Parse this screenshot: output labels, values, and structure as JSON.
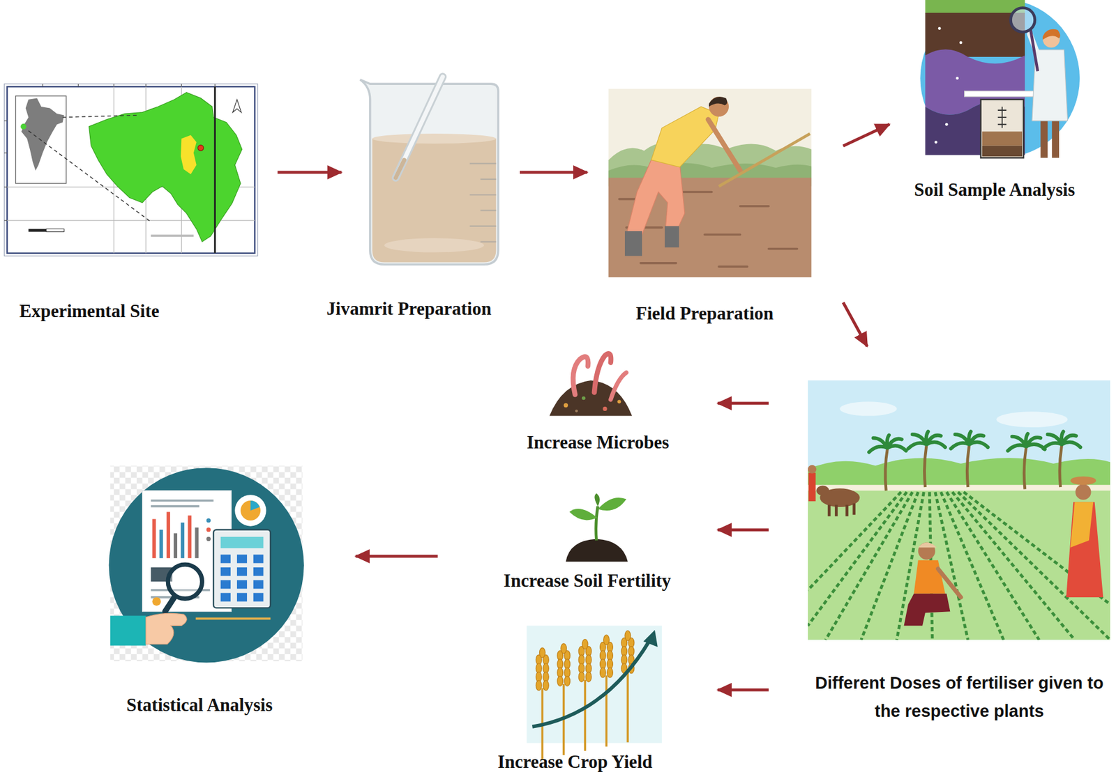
{
  "diagram": {
    "nodes": [
      {
        "text": [
          "Experimental Site"
        ]
      },
      {
        "text": [
          "Jivamrit Preparation"
        ]
      },
      {
        "text": [
          "Field Preparation"
        ]
      },
      {
        "text": [
          "Soil Sample Analysis"
        ]
      },
      {
        "text": [
          "Different Doses of fertiliser given to the respective plants"
        ]
      },
      {
        "text": [
          "Increase Microbes"
        ]
      },
      {
        "text": [
          "Increase Soil Fertility"
        ]
      },
      {
        "text": [
          "Increase Crop Yield"
        ]
      },
      {
        "text": [
          "Statistical Analysis"
        ]
      }
    ],
    "edges": [
      {
        "from": 0,
        "to": 1,
        "arrow": "to"
      },
      {
        "from": 1,
        "to": 2,
        "arrow": "to"
      },
      {
        "from": 2,
        "to": 3,
        "arrow": "to"
      },
      {
        "from": 2,
        "to": 4,
        "arrow": "to"
      },
      {
        "from": 4,
        "to": 5,
        "arrow": "to"
      },
      {
        "from": 4,
        "to": 6,
        "arrow": "to"
      },
      {
        "from": 4,
        "to": 7,
        "arrow": "to"
      },
      {
        "from": 6,
        "to": 8,
        "arrow": "to"
      }
    ]
  }
}
